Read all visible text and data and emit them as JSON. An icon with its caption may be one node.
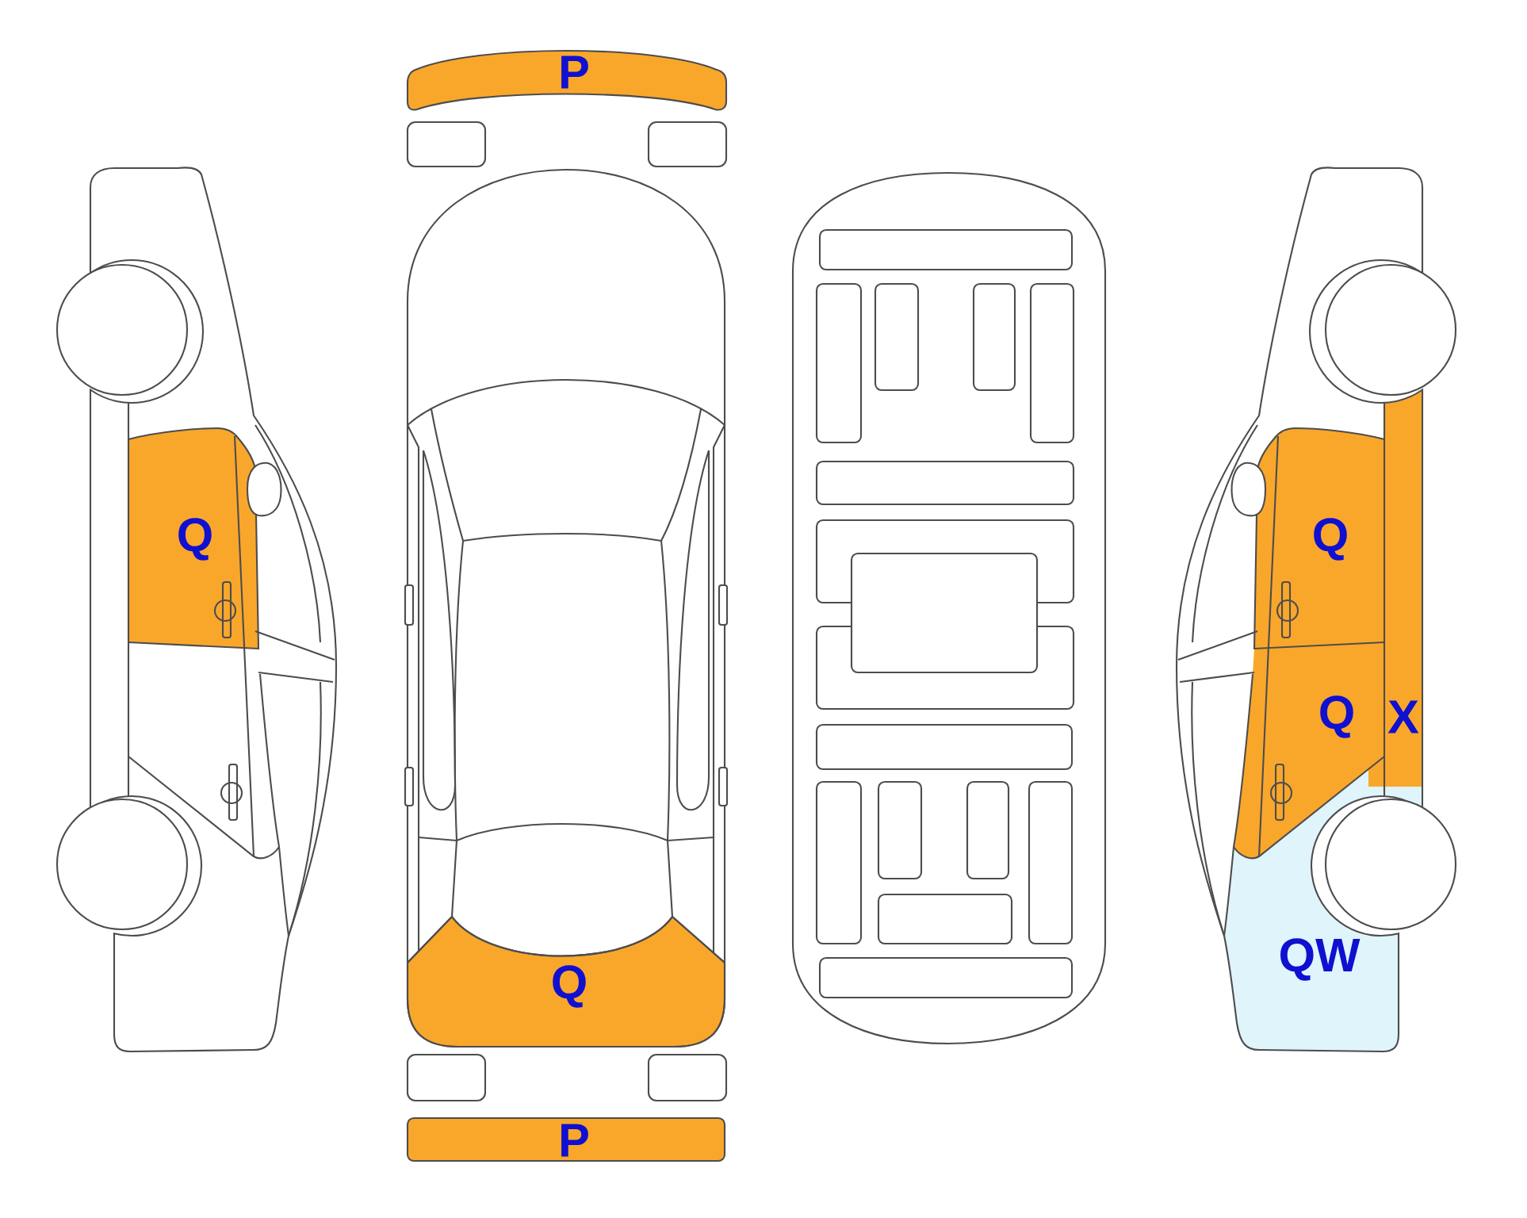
{
  "diagram": {
    "nodes": [
      {
        "text": [
          "P"
        ]
      },
      {
        "text": [
          "Q"
        ]
      },
      {
        "text": [
          "Q"
        ]
      },
      {
        "text": [
          "Q"
        ]
      },
      {
        "text": [
          "X"
        ]
      },
      {
        "text": [
          "QW"
        ]
      },
      {
        "text": [
          "Q"
        ]
      },
      {
        "text": [
          "P"
        ]
      }
    ]
  }
}
